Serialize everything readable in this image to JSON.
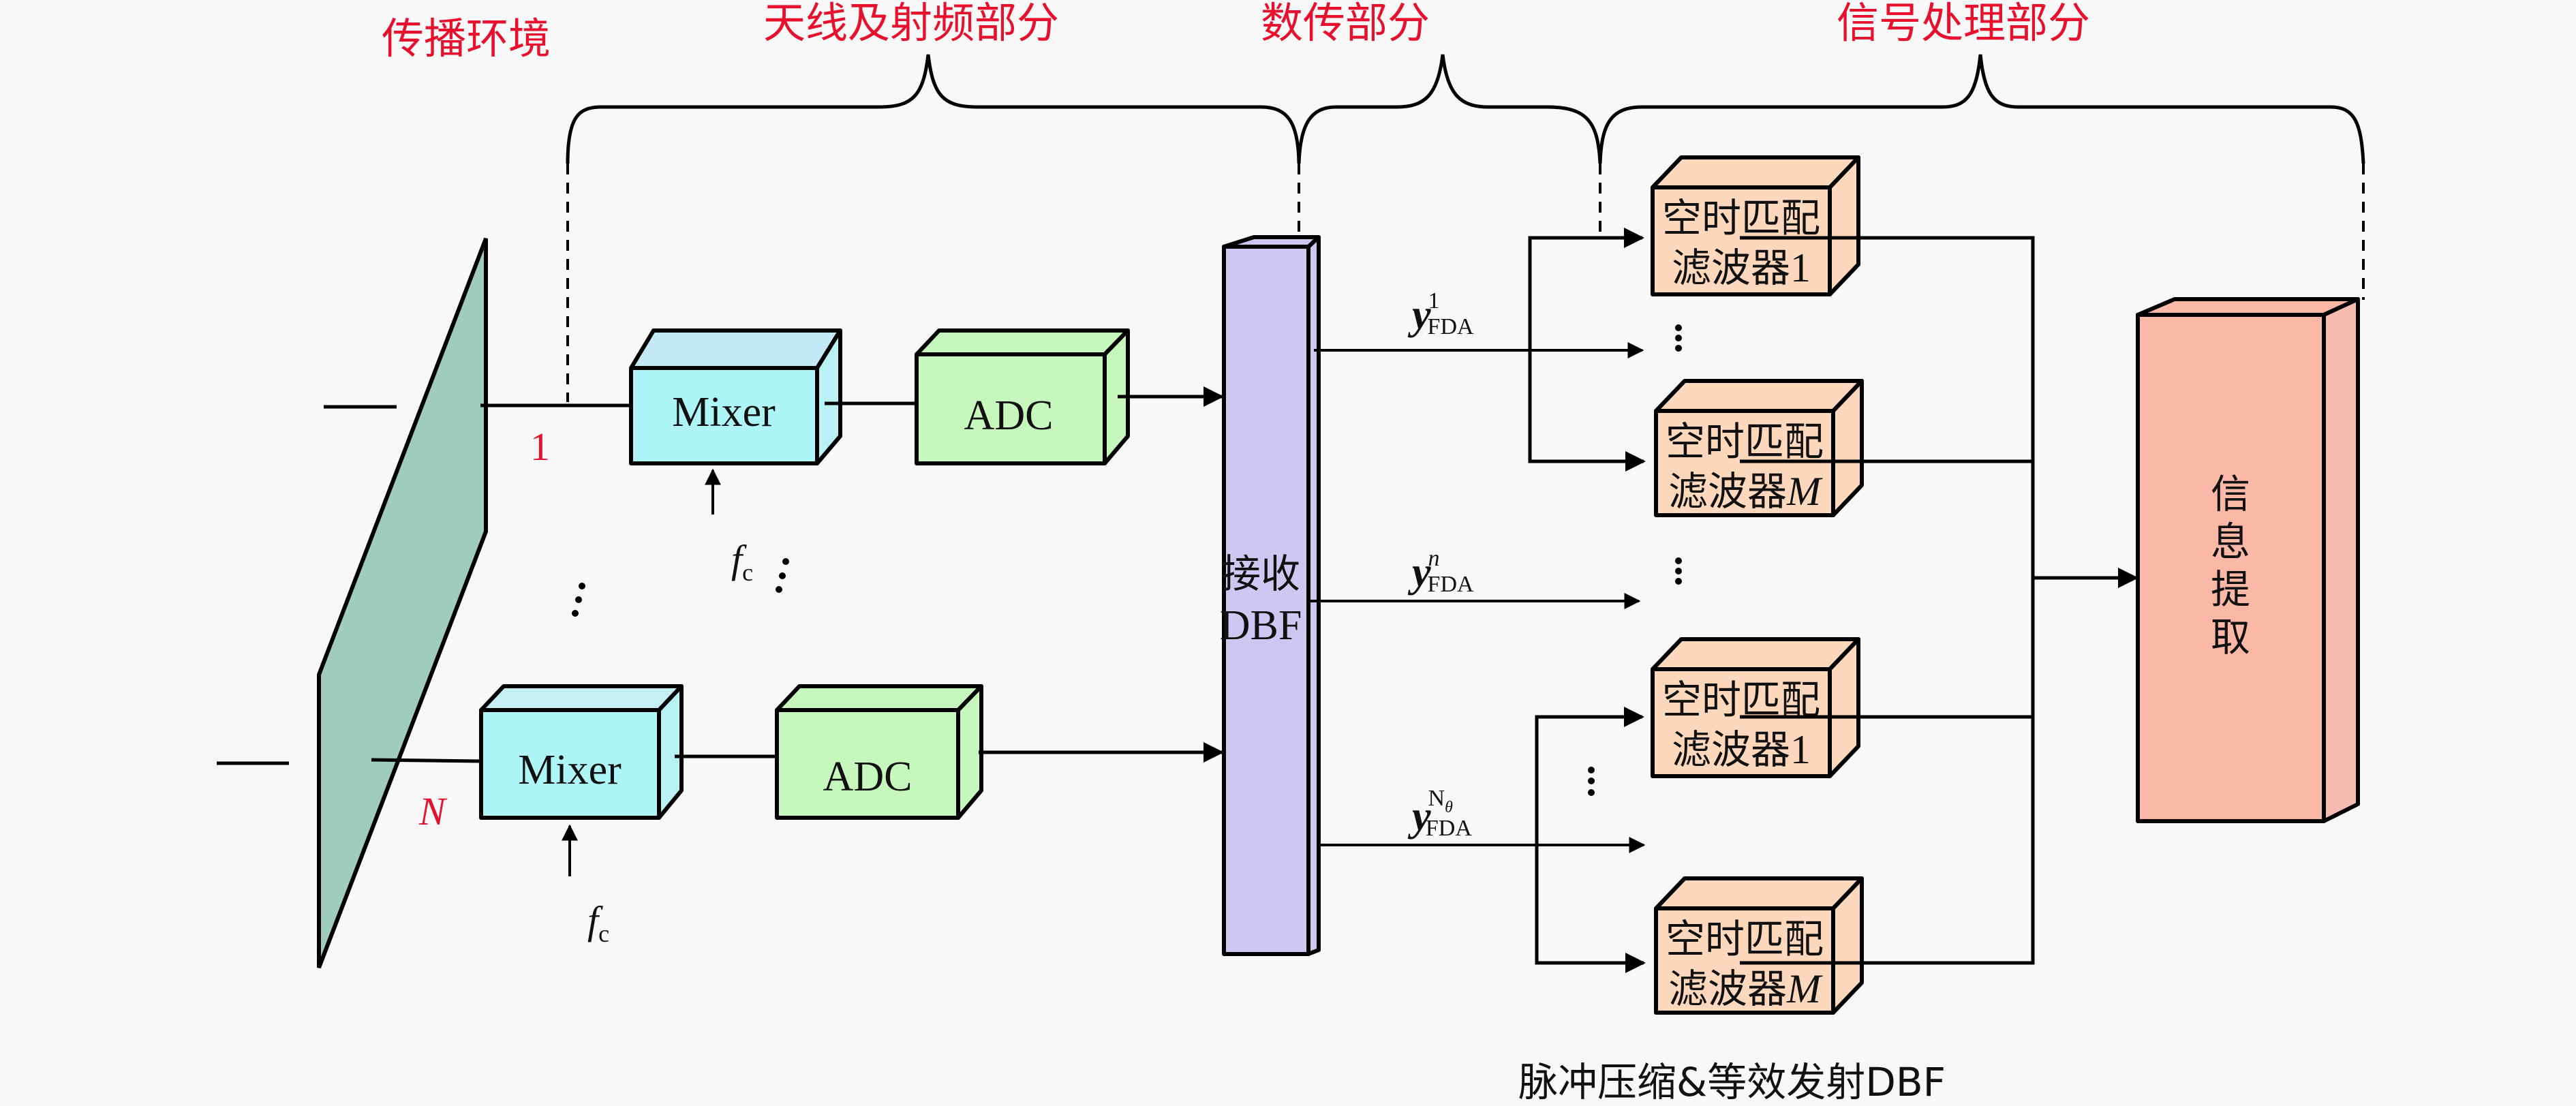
{
  "sections": {
    "propagation": "传播环境",
    "antenna_rf": "天线及射频部分",
    "data_transfer": "数传部分",
    "signal_processing": "信号处理部分"
  },
  "antenna": {
    "element_first_label": "1",
    "element_last_label": "N"
  },
  "chains": [
    {
      "mixer_label": "Mixer",
      "adc_label": "ADC",
      "lo_label_main": "f",
      "lo_label_sub": "c"
    },
    {
      "mixer_label": "Mixer",
      "adc_label": "ADC",
      "lo_label_main": "f",
      "lo_label_sub": "c"
    }
  ],
  "dbf": {
    "line1": "接收",
    "line2": "DBF"
  },
  "outputs": [
    {
      "base": "y",
      "sub": "FDA",
      "sup": "1"
    },
    {
      "base": "y",
      "sub": "FDA",
      "sup": "n"
    },
    {
      "base": "y",
      "sub": "FDA",
      "sup": "N",
      "sup_sub": "θ"
    }
  ],
  "filters": [
    {
      "line1": "空时匹配",
      "line2_text": "滤波器",
      "line2_index": "1"
    },
    {
      "line1": "空时匹配",
      "line2_text": "滤波器",
      "line2_index": "M"
    },
    {
      "line1": "空时匹配",
      "line2_text": "滤波器",
      "line2_index": "1"
    },
    {
      "line1": "空时匹配",
      "line2_text": "滤波器",
      "line2_index": "M"
    }
  ],
  "info_extraction": {
    "chars": [
      "信",
      "息",
      "提",
      "取"
    ]
  },
  "caption": "脉冲压缩&等效发射DBF",
  "colors": {
    "section_title": "#e8112d",
    "antenna_panel": "#9fcdbb",
    "mixer": "#aef5f8",
    "adc": "#c6f8be",
    "dbf": "#cdc8f2",
    "filter": "#fdd8bc",
    "info": "#fcb8a6"
  }
}
